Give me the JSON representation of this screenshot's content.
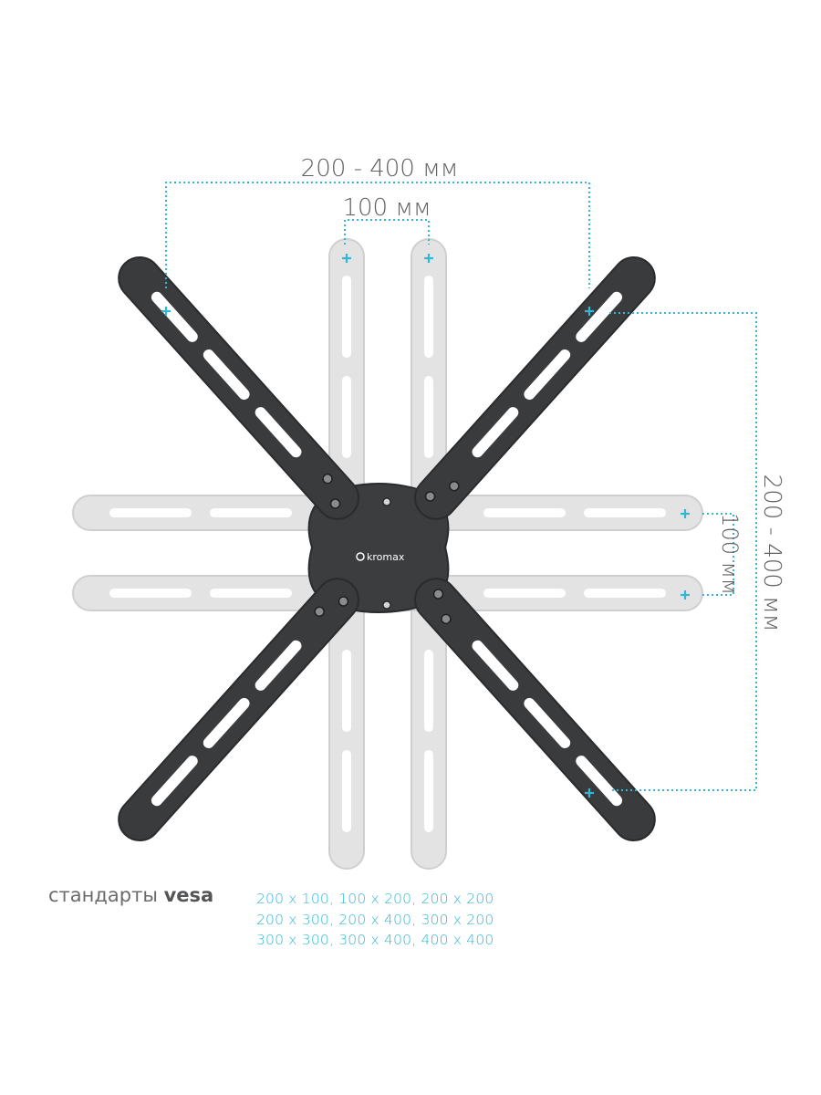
{
  "dimensions": {
    "outer_horizontal": "200 - 400 мм",
    "inner_horizontal": "100 мм",
    "outer_vertical": "200 - 400 мм",
    "inner_vertical": "100 мм"
  },
  "brand": {
    "logo_text": "kromax"
  },
  "standards": {
    "caption_prefix": "стандарты",
    "caption_bold": "vesa",
    "rows": [
      "200 x 100, 100 x 200, 200 x 200",
      "200 x 300, 200 x 400, 300 x 200",
      "300 x 300, 300 x 400, 400 x 400"
    ]
  },
  "colors": {
    "accent": "#33b8d4",
    "bracket_dark": "#3a3b3d",
    "bracket_ghost": "#e0e0e0",
    "label_gray": "#606062"
  }
}
